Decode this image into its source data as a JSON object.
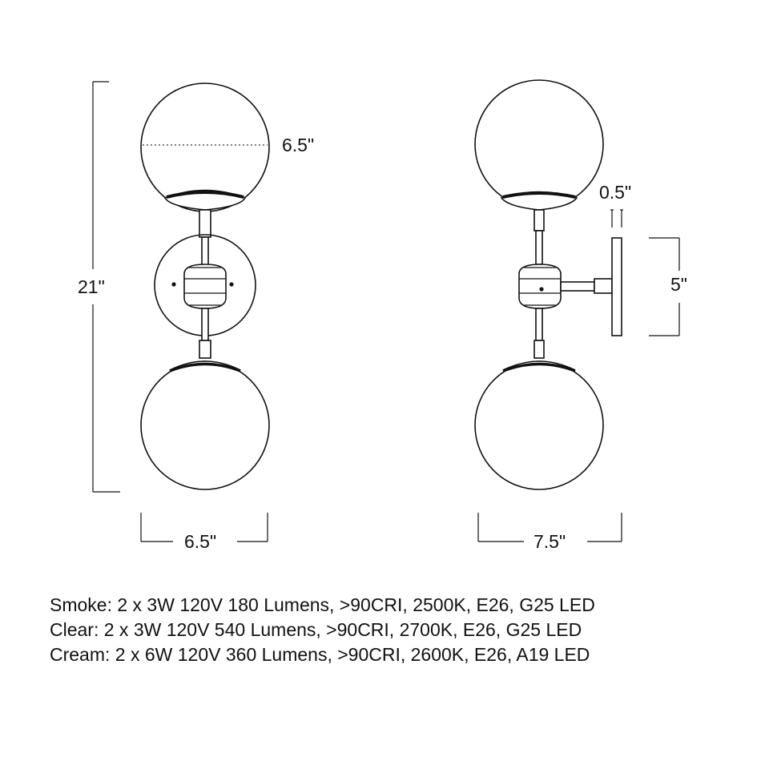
{
  "dimensions": {
    "front_height": "21\"",
    "globe_diameter": "6.5\"",
    "front_width": "6.5\"",
    "backplate_depth": "0.5\"",
    "backplate_height": "5\"",
    "side_projection": "7.5\""
  },
  "specs": [
    "Smoke: 2 x 3W 120V 180 Lumens, >90CRI, 2500K, E26, G25 LED",
    "Clear: 2 x 3W 120V 540 Lumens, >90CRI, 2700K, E26, G25 LED",
    "Cream: 2 x 6W 120V 360 Lumens, >90CRI, 2600K, E26, A19 LED"
  ]
}
